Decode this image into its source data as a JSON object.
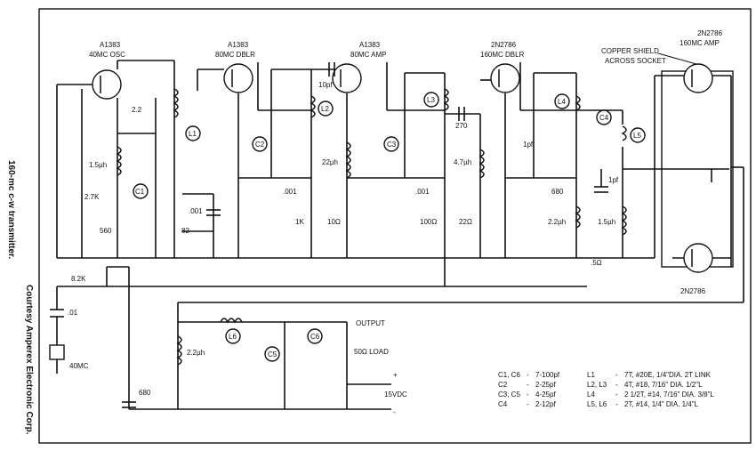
{
  "side_captions": {
    "title": "160-mc c-w transmitter.",
    "credit": "Courtesy Amperex Electronic Corp."
  },
  "stages": {
    "osc": {
      "part": "A1383",
      "role": "40MC OSC"
    },
    "dblr1": {
      "part": "A1383",
      "role": "80MC DBLR"
    },
    "amp": {
      "part": "A1383",
      "role": "80MC AMP"
    },
    "dblr2": {
      "part": "2N2786",
      "role": "160MC DBLR"
    },
    "final": {
      "part": "2N2786",
      "role": "160MC AMP"
    },
    "final_lower": {
      "part": "2N2786"
    }
  },
  "shield_note": {
    "line1": "COPPER SHIELD",
    "line2": "ACROSS SOCKET"
  },
  "components": {
    "c_2_2": "2.2",
    "l_1_5uh_a": "1.5µh",
    "r_2_7k": "2.7K",
    "c1": "C1",
    "r_560": "560",
    "r_82": "82",
    "c_001_a": ".001",
    "l1": "L1",
    "c2": "C2",
    "c_001_b": ".001",
    "r_1k": "1K",
    "c_10pf": "10pf",
    "l2": "L2",
    "l_22uh": "22µh",
    "r_10": "10Ω",
    "c3": "C3",
    "c_001_c": ".001",
    "r_100": "100Ω",
    "l3": "L3",
    "c_270": "270",
    "l_4_7uh": "4.7µh",
    "r_22": "22Ω",
    "c_1pf_a": "1pf",
    "c_680_a": "680",
    "l_2_2uh_a": "2.2µh",
    "l4": "L4",
    "c4": "C4",
    "l5": "L5",
    "c_1pf_b": "1pf",
    "l_1_5uh_b": "1.5µh",
    "r_0_5": ".5Ω",
    "r_8_2k": "8.2K",
    "c_01": ".01",
    "xtal": "40MC",
    "l6": "L6",
    "c5": "C5",
    "c6": "C6",
    "l_2_2uh_b": "2.2µh",
    "c_680_b": "680",
    "output": "OUTPUT",
    "load": "50Ω LOAD",
    "plus": "+",
    "minus": "-",
    "supply": "15VDC"
  },
  "parts_table": {
    "caps": [
      {
        "ref": "C1, C6",
        "dash": "-",
        "value": "7-100pf"
      },
      {
        "ref": "C2",
        "dash": "-",
        "value": "2-25pf"
      },
      {
        "ref": "C3, C5",
        "dash": "-",
        "value": "4-25pf"
      },
      {
        "ref": "C4",
        "dash": "-",
        "value": "2-12pf"
      }
    ],
    "coils": [
      {
        "ref": "L1",
        "dash": "-",
        "value": "7T, #20E, 1/4\"DIA. 2T LINK"
      },
      {
        "ref": "L2, L3",
        "dash": "-",
        "value": "4T, #18, 7/16\" DIA. 1/2\"L"
      },
      {
        "ref": "L4",
        "dash": "-",
        "value": "2 1/2T, #14, 7/16\" DIA. 3/8\"L"
      },
      {
        "ref": "L5, L6",
        "dash": "-",
        "value": "2T, #14, 1/4\" DIA. 1/4\"L"
      }
    ]
  }
}
